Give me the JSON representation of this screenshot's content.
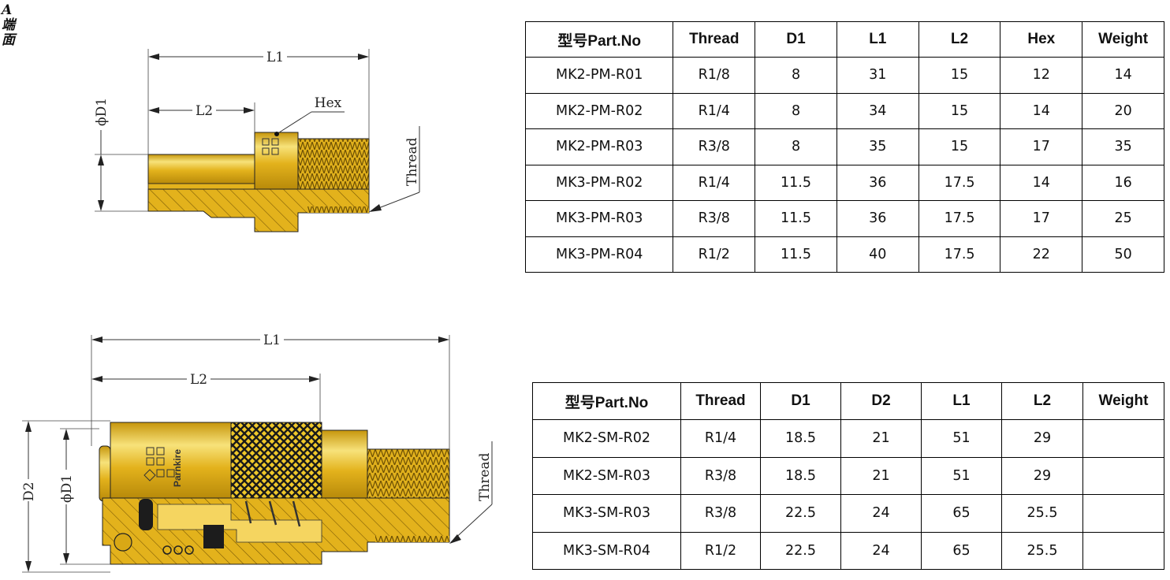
{
  "side_label": [
    "A",
    "端",
    "面"
  ],
  "plug_drawing": {
    "labels": {
      "l1": "L1",
      "l2": "L2",
      "hex": "Hex",
      "d1": "ϕD1",
      "thread": "Thread"
    }
  },
  "socket_drawing": {
    "labels": {
      "l1": "L1",
      "l2": "L2",
      "d2": "D2",
      "d1": "ϕD1",
      "thread": "Thread",
      "brand": "Parnkire"
    }
  },
  "plug_table": {
    "headers": [
      "型号Part.No",
      "Thread",
      "D1",
      "L1",
      "L2",
      "Hex",
      "Weight"
    ],
    "rows": [
      [
        "MK2-PM-R01",
        "R1/8",
        "8",
        "31",
        "15",
        "12",
        "14"
      ],
      [
        "MK2-PM-R02",
        "R1/4",
        "8",
        "34",
        "15",
        "14",
        "20"
      ],
      [
        "MK2-PM-R03",
        "R3/8",
        "8",
        "35",
        "15",
        "17",
        "35"
      ],
      [
        "MK3-PM-R02",
        "R1/4",
        "11.5",
        "36",
        "17.5",
        "14",
        "16"
      ],
      [
        "MK3-PM-R03",
        "R3/8",
        "11.5",
        "36",
        "17.5",
        "17",
        "25"
      ],
      [
        "MK3-PM-R04",
        "R1/2",
        "11.5",
        "40",
        "17.5",
        "22",
        "50"
      ]
    ]
  },
  "socket_table": {
    "headers": [
      "型号Part.No",
      "Thread",
      "D1",
      "D2",
      "L1",
      "L2",
      "Weight"
    ],
    "rows": [
      [
        "MK2-SM-R02",
        "R1/4",
        "18.5",
        "21",
        "51",
        "29",
        ""
      ],
      [
        "MK2-SM-R03",
        "R3/8",
        "18.5",
        "21",
        "51",
        "29",
        ""
      ],
      [
        "MK3-SM-R03",
        "R3/8",
        "22.5",
        "24",
        "65",
        "25.5",
        ""
      ],
      [
        "MK3-SM-R04",
        "R1/2",
        "22.5",
        "24",
        "65",
        "25.5",
        ""
      ]
    ]
  },
  "colors": {
    "brass": "#e3b21c",
    "brass_dark": "#a57d08",
    "brass_light": "#f7e27a",
    "line": "#222222"
  }
}
